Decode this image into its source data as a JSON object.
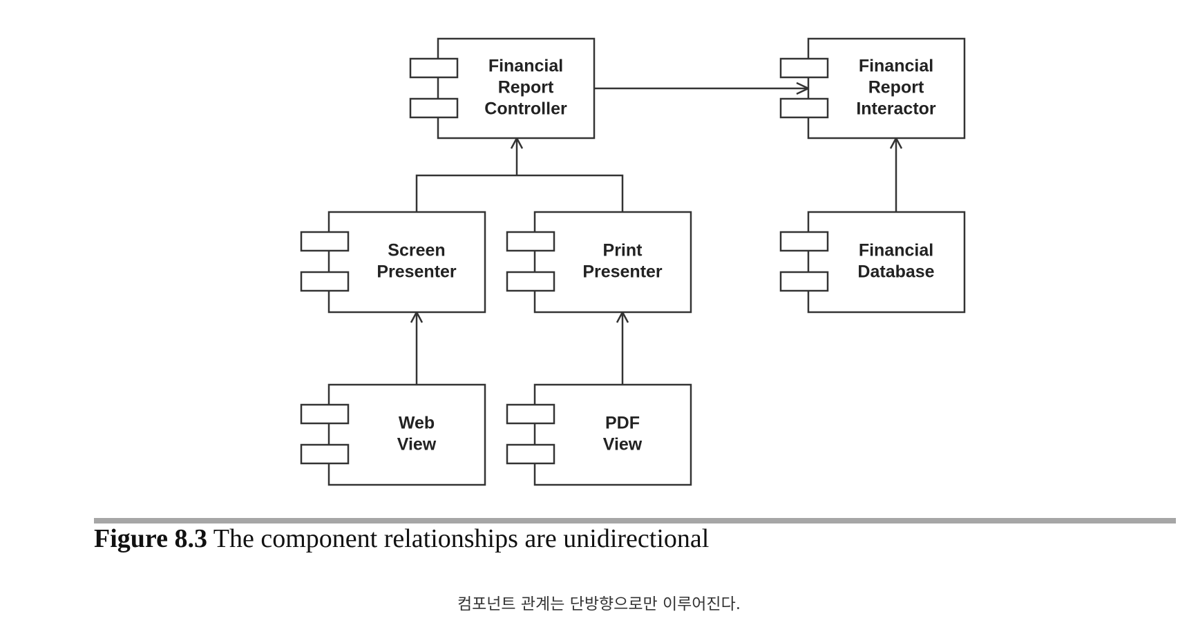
{
  "components": {
    "financial_report_controller": {
      "lines": [
        "Financial",
        "Report",
        "Controller"
      ]
    },
    "financial_report_interactor": {
      "lines": [
        "Financial",
        "Report",
        "Interactor"
      ]
    },
    "screen_presenter": {
      "lines": [
        "Screen",
        "Presenter"
      ]
    },
    "print_presenter": {
      "lines": [
        "Print",
        "Presenter"
      ]
    },
    "financial_database": {
      "lines": [
        "Financial",
        "Database"
      ]
    },
    "web_view": {
      "lines": [
        "Web",
        "View"
      ]
    },
    "pdf_view": {
      "lines": [
        "PDF",
        "View"
      ]
    }
  },
  "relationships": [
    {
      "from": "financial_report_controller",
      "to": "financial_report_interactor"
    },
    {
      "from": "screen_presenter",
      "to": "financial_report_controller"
    },
    {
      "from": "print_presenter",
      "to": "financial_report_controller"
    },
    {
      "from": "financial_database",
      "to": "financial_report_interactor"
    },
    {
      "from": "web_view",
      "to": "screen_presenter"
    },
    {
      "from": "pdf_view",
      "to": "print_presenter"
    }
  ],
  "caption": {
    "label": "Figure 8.3",
    "text": "The component relationships are unidirectional"
  },
  "translation": "컴포넌트 관계는 단방향으로만 이루어진다.",
  "colors": {
    "stroke": "#333333",
    "text": "#222222",
    "rule": "#a6a6a6"
  }
}
